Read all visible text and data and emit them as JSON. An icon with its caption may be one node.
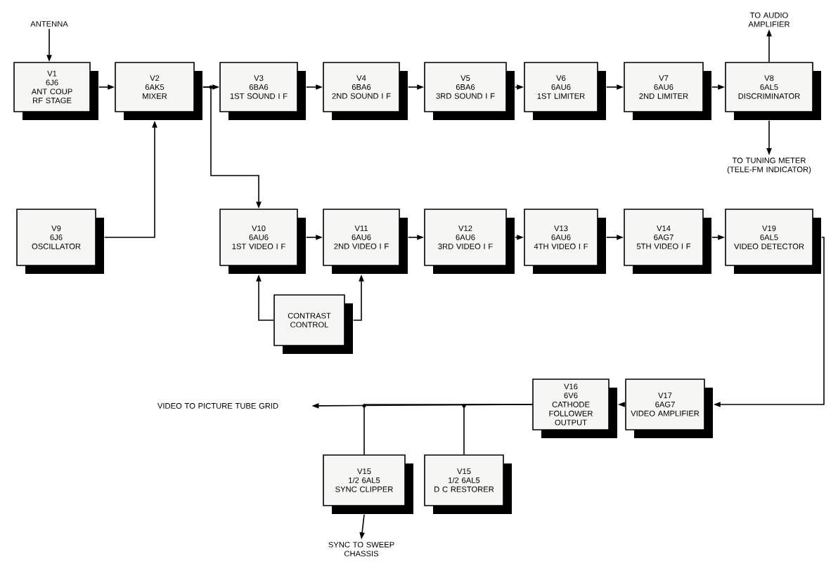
{
  "diagram": {
    "nodes": [
      {
        "text": [
          "ANTENNA"
        ]
      },
      {
        "text": [
          "V1",
          "6J6",
          "ANT COUP RF STAGE"
        ]
      },
      {
        "text": [
          "V2",
          "6AK5",
          "MIXER"
        ]
      },
      {
        "text": [
          "V3",
          "6BA6",
          "1ST SOUND I F"
        ]
      },
      {
        "text": [
          "V4",
          "6BA6",
          "2ND SOUND I F"
        ]
      },
      {
        "text": [
          "V5",
          "6BA6",
          "3RD SOUND I F"
        ]
      },
      {
        "text": [
          "V6",
          "6AU6",
          "1ST LIMITER"
        ]
      },
      {
        "text": [
          "V7",
          "6AU6",
          "2ND LIMITER"
        ]
      },
      {
        "text": [
          "V8",
          "6AL5",
          "DISCRIMINATOR"
        ]
      },
      {
        "text": [
          "TO AUDIO AMPLIFIER"
        ]
      },
      {
        "text": [
          "TO TUNING METER (TELE-FM INDICATOR)"
        ]
      },
      {
        "text": [
          "V9",
          "6J6",
          "OSCILLATOR"
        ]
      },
      {
        "text": [
          "V10",
          "6AU6",
          "1ST VIDEO I F"
        ]
      },
      {
        "text": [
          "V11",
          "6AU6",
          "2ND VIDEO I F"
        ]
      },
      {
        "text": [
          "V12",
          "6AU6",
          "3RD VIDEO I F"
        ]
      },
      {
        "text": [
          "V13",
          "6AU6",
          "4TH VIDEO I F"
        ]
      },
      {
        "text": [
          "V14",
          "6AG7",
          "5TH VIDEO I F"
        ]
      },
      {
        "text": [
          "V19",
          "6AL5",
          "VIDEO DETECTOR"
        ]
      },
      {
        "text": [
          "CONTRAST CONTROL"
        ]
      },
      {
        "text": [
          "V16",
          "6V6",
          "CATHODE FOLLOWER OUTPUT"
        ]
      },
      {
        "text": [
          "V17",
          "6AG7",
          "VIDEO AMPLIFIER"
        ]
      },
      {
        "text": [
          "VIDEO TO PICTURE TUBE GRID"
        ]
      },
      {
        "text": [
          "V15",
          "1/2 6AL5",
          "SYNC CLIPPER"
        ]
      },
      {
        "text": [
          "V15",
          "1/2 6AL5",
          "D C RESTORER"
        ]
      },
      {
        "text": [
          "SYNC TO SWEEP CHASSIS"
        ]
      }
    ],
    "edges": [
      {
        "from": 0,
        "to": 1,
        "arrow": "to"
      },
      {
        "from": 1,
        "to": 2,
        "arrow": "to"
      },
      {
        "from": 2,
        "to": 3,
        "arrow": "to"
      },
      {
        "from": 3,
        "to": 4,
        "arrow": "to"
      },
      {
        "from": 4,
        "to": 5,
        "arrow": "to"
      },
      {
        "from": 5,
        "to": 6,
        "arrow": "to"
      },
      {
        "from": 6,
        "to": 7,
        "arrow": "to"
      },
      {
        "from": 7,
        "to": 8,
        "arrow": "to"
      },
      {
        "from": 8,
        "to": 9,
        "arrow": "to"
      },
      {
        "from": 8,
        "to": 10,
        "arrow": "to"
      },
      {
        "from": 11,
        "to": 2,
        "arrow": "to"
      },
      {
        "from": 2,
        "to": 12,
        "arrow": "to"
      },
      {
        "from": 12,
        "to": 13,
        "arrow": "to"
      },
      {
        "from": 13,
        "to": 14,
        "arrow": "to"
      },
      {
        "from": 14,
        "to": 15,
        "arrow": "to"
      },
      {
        "from": 15,
        "to": 16,
        "arrow": "to"
      },
      {
        "from": 16,
        "to": 17,
        "arrow": "to"
      },
      {
        "from": 18,
        "to": 12,
        "arrow": "to"
      },
      {
        "from": 18,
        "to": 13,
        "arrow": "to"
      },
      {
        "from": 17,
        "to": 20,
        "arrow": "to"
      },
      {
        "from": 20,
        "to": 19,
        "arrow": "to"
      },
      {
        "from": 19,
        "to": 21,
        "arrow": "to"
      },
      {
        "from": 19,
        "to": 22,
        "arrow": "none"
      },
      {
        "from": 19,
        "to": 23,
        "arrow": "none"
      },
      {
        "from": 22,
        "to": 24,
        "arrow": "to"
      }
    ]
  }
}
